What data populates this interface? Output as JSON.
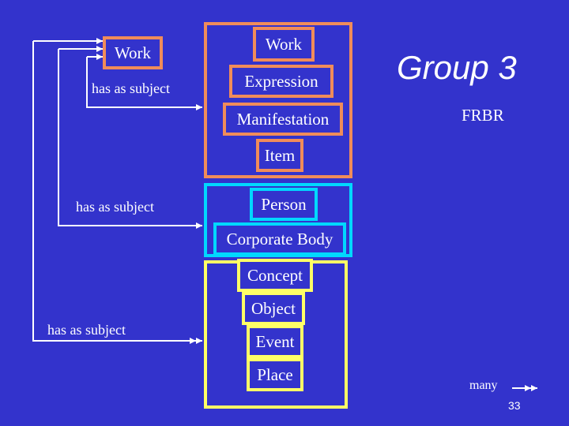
{
  "colors": {
    "background": "#3333cc",
    "group1": "#f08c5a",
    "group2": "#00d8ff",
    "group3": "#ffff66",
    "line": "#ffffff",
    "text": "#ffffff"
  },
  "left": {
    "work_label": "Work",
    "has_as_subject_1": "has as subject",
    "has_as_subject_2": "has as subject",
    "has_as_subject_3": "has as subject"
  },
  "group1": {
    "work": "Work",
    "expression": "Expression",
    "manifestation": "Manifestation",
    "item": "Item"
  },
  "group2": {
    "person": "Person",
    "corporate_body": "Corporate Body"
  },
  "group3": {
    "concept": "Concept",
    "object": "Object",
    "event": "Event",
    "place": "Place"
  },
  "title": "Group 3",
  "subtitle": "FRBR",
  "legend": {
    "many_label": "many",
    "icon": "double-arrow-icon"
  },
  "page_number": "33"
}
